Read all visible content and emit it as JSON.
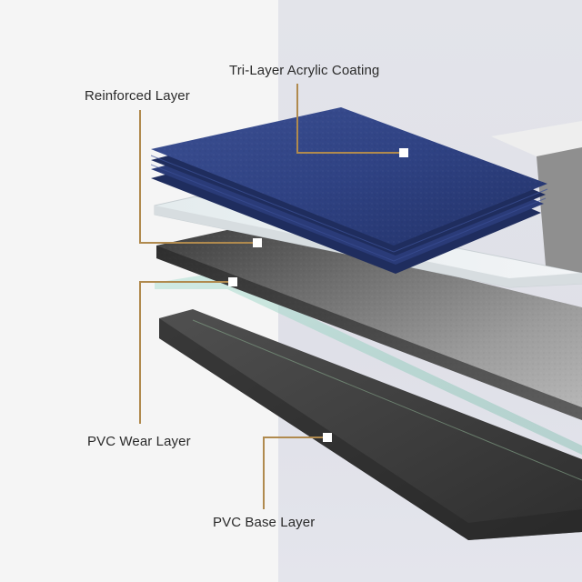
{
  "callouts": {
    "tri_layer": "Tri-Layer Acrylic Coating",
    "reinforced": "Reinforced Layer",
    "pvc_wear": "PVC Wear Layer",
    "pvc_base": "PVC Base Layer"
  },
  "colors": {
    "leader_line": "#b08a4e",
    "coating_blue": "#2d3f7d",
    "background_left": "#f5f5f5",
    "background_right": "#e1e2ea"
  }
}
